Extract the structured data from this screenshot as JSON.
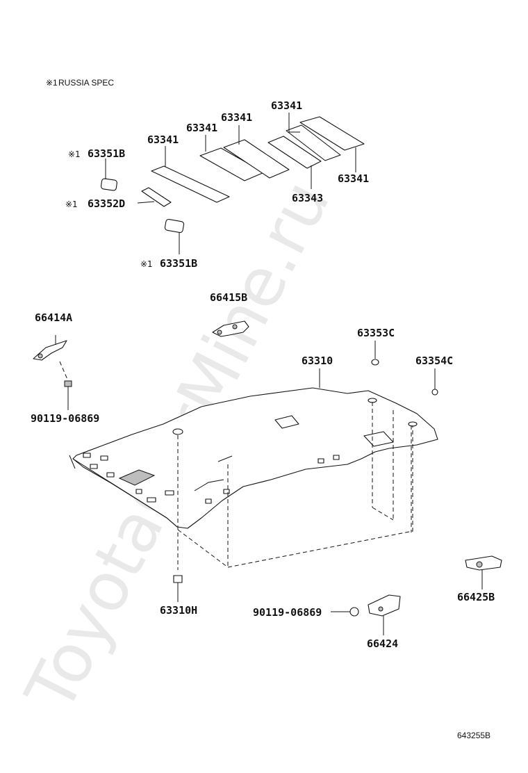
{
  "watermark": "ToyotaCarMine.ru",
  "note": {
    "mark": "※1",
    "text": "RUSSIA SPEC"
  },
  "diagram_code": "643255B",
  "labels": {
    "p63341_a": "63341",
    "p63341_b": "63341",
    "p63341_c": "63341",
    "p63341_d": "63341",
    "p63341_e": "63341",
    "p63343": "63343",
    "p63351B_top": "63351B",
    "p63352D": "63352D",
    "p63351B_bottom": "63351B",
    "p66415B": "66415B",
    "p66414A": "66414A",
    "p63353C": "63353C",
    "p63310": "63310",
    "p63354C": "63354C",
    "p90119_left": "90119-06869",
    "p63310H": "63310H",
    "p66425B": "66425B",
    "p90119_bottom": "90119-06869",
    "p66424": "66424"
  },
  "spec_marks": {
    "m1": "※1",
    "m2": "※1",
    "m3": "※1"
  }
}
